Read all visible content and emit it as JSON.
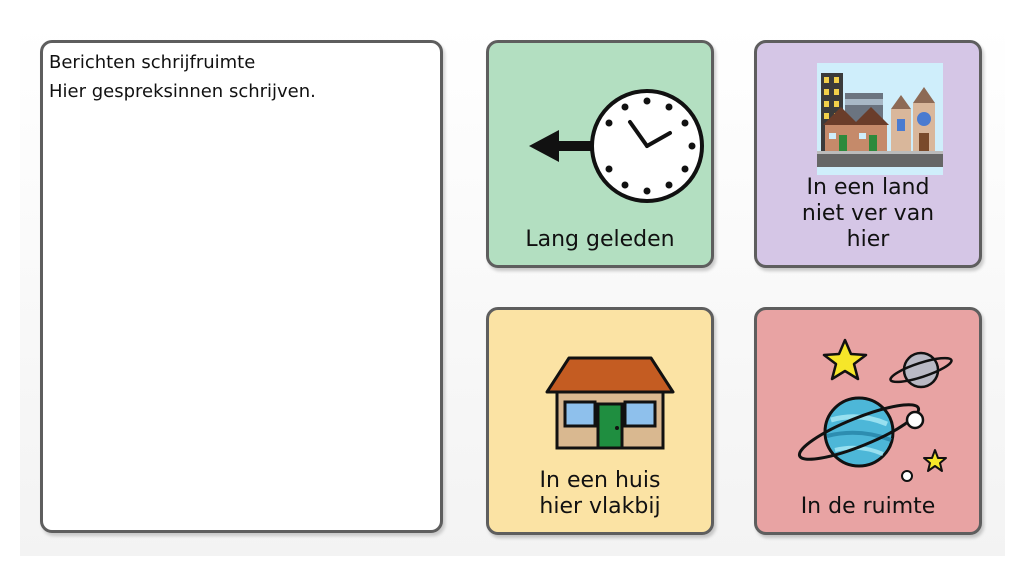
{
  "message_area": {
    "title": "Berichten schrijfruimte",
    "placeholder": "Hier gespreksinnen schrijven."
  },
  "tiles": [
    {
      "label_lines": [
        "Lang geleden"
      ],
      "icon": "clock-back-icon",
      "color": "#b3dfc1"
    },
    {
      "label_lines": [
        "In een land",
        "niet ver van",
        "hier"
      ],
      "icon": "city-icon",
      "color": "#d5c6e6"
    },
    {
      "label_lines": [
        "In een huis",
        "hier vlakbij"
      ],
      "icon": "house-icon",
      "color": "#fbe3a4"
    },
    {
      "label_lines": [
        "In de ruimte"
      ],
      "icon": "planets-icon",
      "color": "#e8a3a3"
    }
  ]
}
